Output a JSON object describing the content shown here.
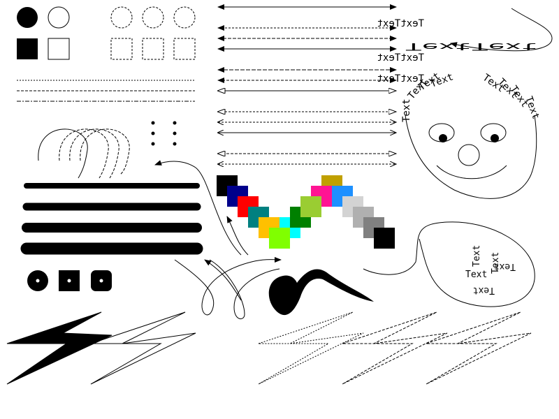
{
  "labels": {
    "text_word": "Text",
    "mirror_text_1": "TextText",
    "mirror_text_2": "TextText",
    "mirror_text_3": "TextText",
    "mirror_text_4": "TextText"
  },
  "colors": {
    "stroke": "#000000",
    "fill_black": "#000000",
    "swatches_left": [
      "#000000",
      "#00008b",
      "#ff0000",
      "#008080",
      "#ffc000",
      "#00ffff",
      "#80ff00"
    ],
    "swatches_right": [
      "#c0a000",
      "#ff1493",
      "#1e90ff",
      "#008000",
      "#9acd32",
      "#d3d3d3",
      "#b0b0b0",
      "#808080",
      "#000000"
    ]
  }
}
